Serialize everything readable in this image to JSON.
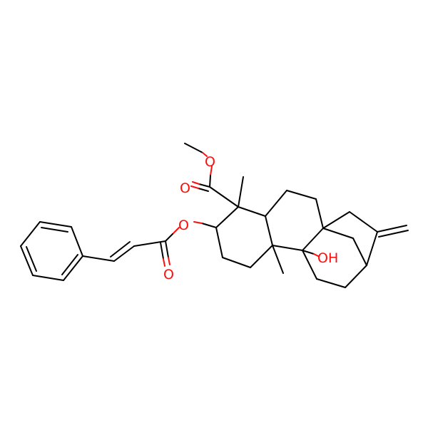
{
  "molecule": {
    "colors": {
      "carbon_bond": "#000000",
      "oxygen": "#ff0d0d",
      "background": "#ffffff"
    },
    "atom_labels": {
      "ester_ether_o": "O",
      "ester_carbonyl_o": "O",
      "acyl_ether_o": "O",
      "acyl_carbonyl_o": "O",
      "hydroxyl": "OH"
    }
  }
}
